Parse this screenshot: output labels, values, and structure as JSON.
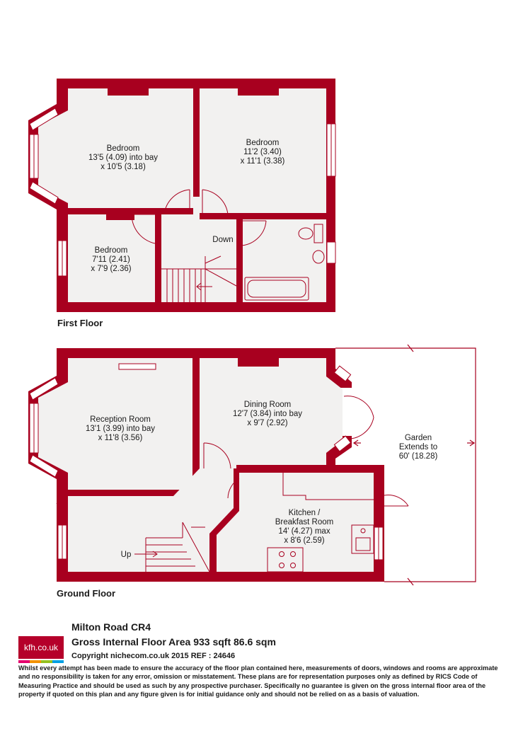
{
  "colors": {
    "wall": "#a8001f",
    "floor": "#f2f1f0",
    "logo_red": "#b5002a"
  },
  "first_floor": {
    "title": "First Floor",
    "rooms": [
      {
        "name": "Bedroom",
        "dims1": "13'5 (4.09) into bay",
        "dims2": "x 10'5 (3.18)"
      },
      {
        "name": "Bedroom",
        "dims1": "11'2 (3.40)",
        "dims2": "x 11'1 (3.38)"
      },
      {
        "name": "Bedroom",
        "dims1": "7'11 (2.41)",
        "dims2": "x 7'9 (2.36)"
      }
    ],
    "stairs_label": "Down"
  },
  "ground_floor": {
    "title": "Ground Floor",
    "rooms": [
      {
        "name": "Reception Room",
        "dims1": "13'1 (3.99) into bay",
        "dims2": "x 11'8 (3.56)"
      },
      {
        "name": "Dining Room",
        "dims1": "12'7 (3.84) into bay",
        "dims2": "x 9'7 (2.92)"
      },
      {
        "name": "Kitchen /",
        "name2": "Breakfast Room",
        "dims1": "14' (4.27) max",
        "dims2": "x 8'6 (2.59)"
      }
    ],
    "garden": {
      "line1": "Garden",
      "line2": "Extends to",
      "line3": "60' (18.28)"
    },
    "stairs_label": "Up"
  },
  "footer": {
    "logo_text": "kfh.co.uk",
    "address": "Milton Road  CR4",
    "gross_area": "Gross Internal Floor Area 933 sqft 86.6 sqm",
    "copyright": "Copyright nichecom.co.uk 2015 REF : 24646",
    "disclaimer": "Whilst every attempt has been made to ensure the accuracy of the floor plan contained here, measurements of doors, windows and rooms are approximate and no responsibility is taken for any error, omission or misstatement.  These plans are for representation purposes only as defined by RICS Code of Measuring Practice and should be used as such by any prospective purchaser.  Specifically no guarantee is given on the gross internal floor area of the property if quoted on this plan and any figure given is for initial guidance only and should not be relied on as a basis of valuation."
  }
}
